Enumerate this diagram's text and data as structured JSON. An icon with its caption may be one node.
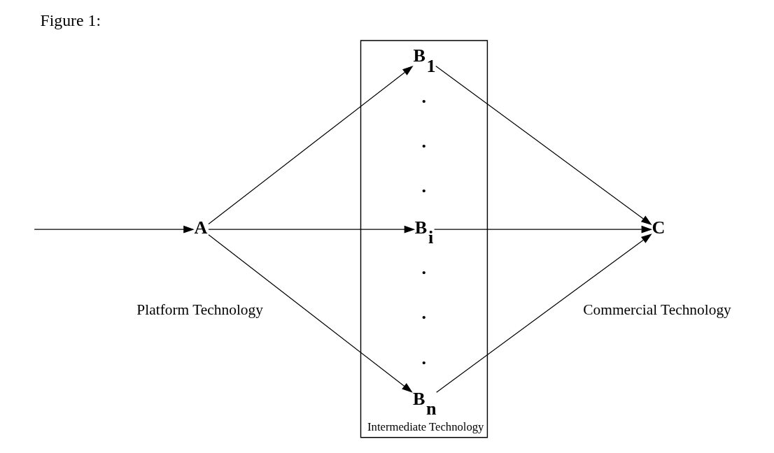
{
  "diagram": {
    "title": "Figure 1:",
    "nodes": [
      {
        "text": [
          "A"
        ]
      },
      {
        "text": [],
        "shape": "box",
        "beside": [
          "Intermediate Technology"
        ]
      },
      {
        "text": [
          "B$_{1}$"
        ],
        "in": 1
      },
      {
        "text": [
          "B$_{i}$"
        ],
        "in": 1
      },
      {
        "text": [
          "B$_{n}$"
        ],
        "in": 1
      },
      {
        "text": [
          "C"
        ]
      }
    ],
    "edges": [
      {
        "from": null,
        "to": 0,
        "arrow": "to"
      },
      {
        "from": 0,
        "to": 2,
        "arrow": "to"
      },
      {
        "from": 0,
        "to": 3,
        "arrow": "to"
      },
      {
        "from": 0,
        "to": 4,
        "arrow": "to"
      },
      {
        "from": 2,
        "to": 5,
        "arrow": "to"
      },
      {
        "from": 3,
        "to": 5,
        "arrow": "to"
      },
      {
        "from": 4,
        "to": 5,
        "arrow": "to"
      }
    ],
    "labels": [
      ".",
      ".",
      ".",
      ".",
      ".",
      ".",
      "Commercial Technology",
      "Platform Technology"
    ]
  }
}
